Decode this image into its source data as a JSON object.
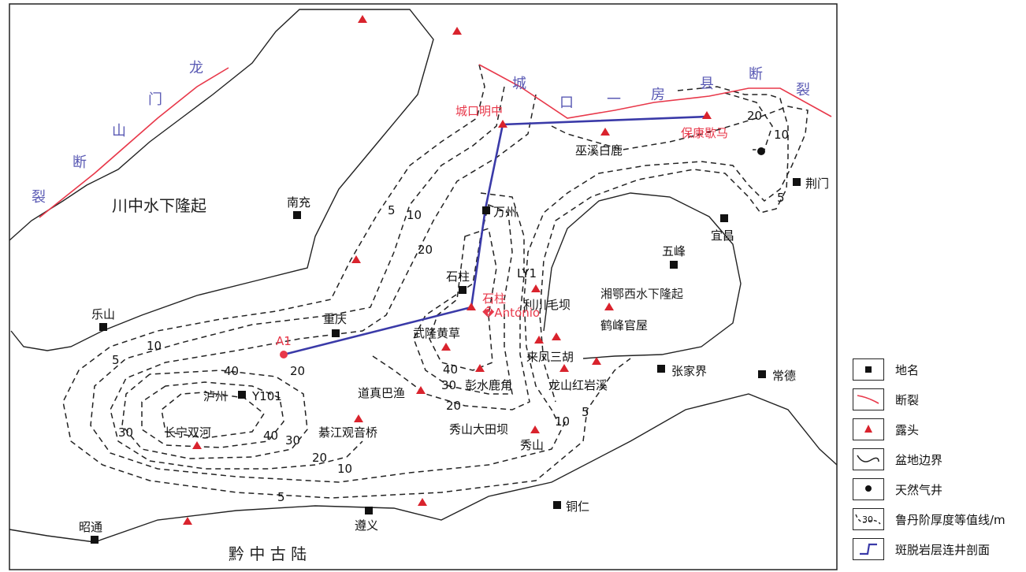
{
  "map": {
    "fault_label_chars": {
      "longmenshan": [
        "龙",
        "门",
        "山",
        "断",
        "裂"
      ],
      "chengkou": [
        "城",
        "口",
        "一",
        "房",
        "县",
        "断",
        "裂"
      ]
    },
    "regions": {
      "chuanzhong": "川中水下隆起",
      "xiangexi": "湘鄂西水下隆起",
      "qianzhong": "黔 中 古 陆"
    },
    "cities": {
      "nanchong": "南充",
      "wanzhou": "万州",
      "shizhu": "石柱",
      "leshan": "乐山",
      "chongqing": "重庆",
      "luzhou": "泸州",
      "zhaotong": "昭通",
      "zunyi": "遵义",
      "tongren": "铜仁",
      "zhangjiajie": "张家界",
      "changde": "常德",
      "yichang": "宜昌",
      "wufeng": "五峰",
      "jingmen": "荆门"
    },
    "outcrops": {
      "wuxi": "巫溪白鹿",
      "lichuan": "利川毛坝",
      "hefeng": "鹤峰官屋",
      "laifeng": "来凤三胡",
      "longshan": "龙山红岩溪",
      "wulong": "武隆黄草",
      "pengshui": "彭水鹿角",
      "daozhen": "道真巴渔",
      "xiushan_datian": "秀山大田坝",
      "xiushan": "秀山",
      "qijiang": "綦江观音桥",
      "changning": "长宁双河"
    },
    "wells": {
      "ly1": "LY1",
      "y101": "Y101"
    },
    "section_points": {
      "a1": "A1",
      "chengkou": "城口明中",
      "shizhu_1": "石柱",
      "shizhu_2": "�António",
      "baokang": "保康歇马"
    },
    "contour_labels": {
      "c5_a": "5",
      "c10_a": "10",
      "c20_a": "20",
      "c30_a": "30",
      "c40_a": "40",
      "c20_b": "20",
      "c40_b": "40",
      "c30_b": "30",
      "c20_c": "20",
      "c10_b": "10",
      "c5_b": "5",
      "c40_c": "40",
      "c30_c": "30",
      "c20_d": "20",
      "c10_c": "10",
      "c5_c": "5",
      "c20_e": "20",
      "c10_d": "10",
      "c5_d": "5",
      "c10_e": "10",
      "c5_e": "5"
    },
    "colors": {
      "fault": "#e8384a",
      "fault_label": "#5a5ab4",
      "section_line": "#3a3aa8",
      "outcrop": "#d9232d",
      "section_label": "#e8384a"
    }
  },
  "legend": {
    "items": [
      {
        "label": "地名"
      },
      {
        "label": "断裂"
      },
      {
        "label": "露头"
      },
      {
        "label": "盆地边界"
      },
      {
        "label": "天然气井"
      },
      {
        "label": "鲁丹阶厚度等值线/m",
        "symbol_text": "30"
      },
      {
        "label": "斑脱岩层连井剖面"
      }
    ]
  }
}
